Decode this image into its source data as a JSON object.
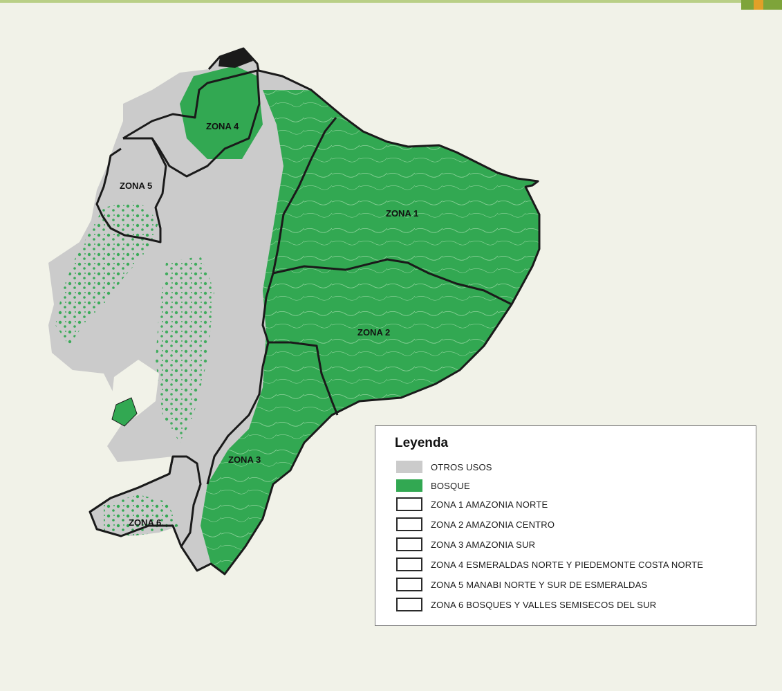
{
  "map": {
    "zones": [
      {
        "id": "zona-1",
        "label": "ZONA 1"
      },
      {
        "id": "zona-2",
        "label": "ZONA 2"
      },
      {
        "id": "zona-3",
        "label": "ZONA 3"
      },
      {
        "id": "zona-4",
        "label": "ZONA 4"
      },
      {
        "id": "zona-5",
        "label": "ZONA 5"
      },
      {
        "id": "zona-6",
        "label": "ZONA 6"
      }
    ],
    "colors": {
      "forest": "#32a852",
      "other_uses": "#cbcbcb",
      "boundary": "#1a1a1a",
      "background": "#f1f2e8"
    }
  },
  "legend": {
    "title": "Leyenda",
    "items": [
      {
        "type": "fill",
        "color": "#cbcbcb",
        "label": "OTROS USOS"
      },
      {
        "type": "fill",
        "color": "#32a852",
        "label": "BOSQUE"
      },
      {
        "type": "outline",
        "label": "ZONA 1 AMAZONIA NORTE"
      },
      {
        "type": "outline",
        "label": "ZONA 2 AMAZONIA CENTRO"
      },
      {
        "type": "outline",
        "label": "ZONA 3 AMAZONIA SUR"
      },
      {
        "type": "outline",
        "label": "ZONA 4 ESMERALDAS NORTE Y PIEDEMONTE COSTA NORTE"
      },
      {
        "type": "outline",
        "label": "ZONA 5 MANABI NORTE Y SUR DE ESMERALDAS"
      },
      {
        "type": "outline",
        "label": "ZONA 6 BOSQUES Y VALLES SEMISECOS DEL SUR"
      }
    ]
  }
}
